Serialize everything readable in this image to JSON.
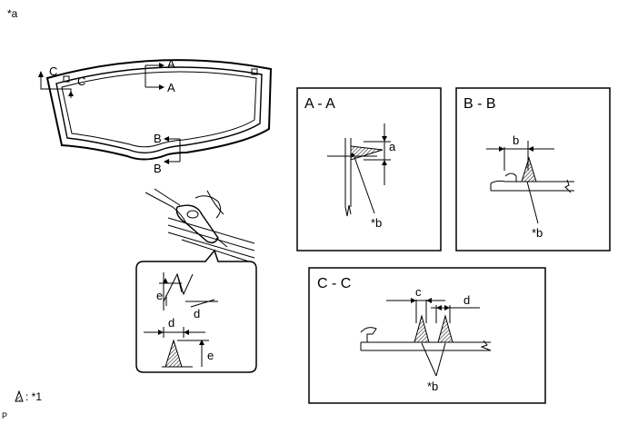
{
  "header": {
    "corner_mark": "*a"
  },
  "overview": {
    "label_a_top": "A",
    "label_a_bottom": "A",
    "label_b_top": "B",
    "label_b_bottom": "B",
    "label_c_left": "C",
    "label_c_right": "C"
  },
  "section_aa": {
    "title": "A - A",
    "dim_label": "a",
    "callout": "*b"
  },
  "section_bb": {
    "title": "B - B",
    "dim_label": "b",
    "callout": "*b"
  },
  "section_cc": {
    "title": "C - C",
    "dim_label_1": "c",
    "dim_label_2": "d",
    "callout": "*b"
  },
  "detail": {
    "label_e_top": "e",
    "label_d_top": "d",
    "label_d_bottom": "d",
    "label_e_bottom": "e"
  },
  "legend": {
    "text": ": *1"
  },
  "footer": {
    "code": "P"
  }
}
